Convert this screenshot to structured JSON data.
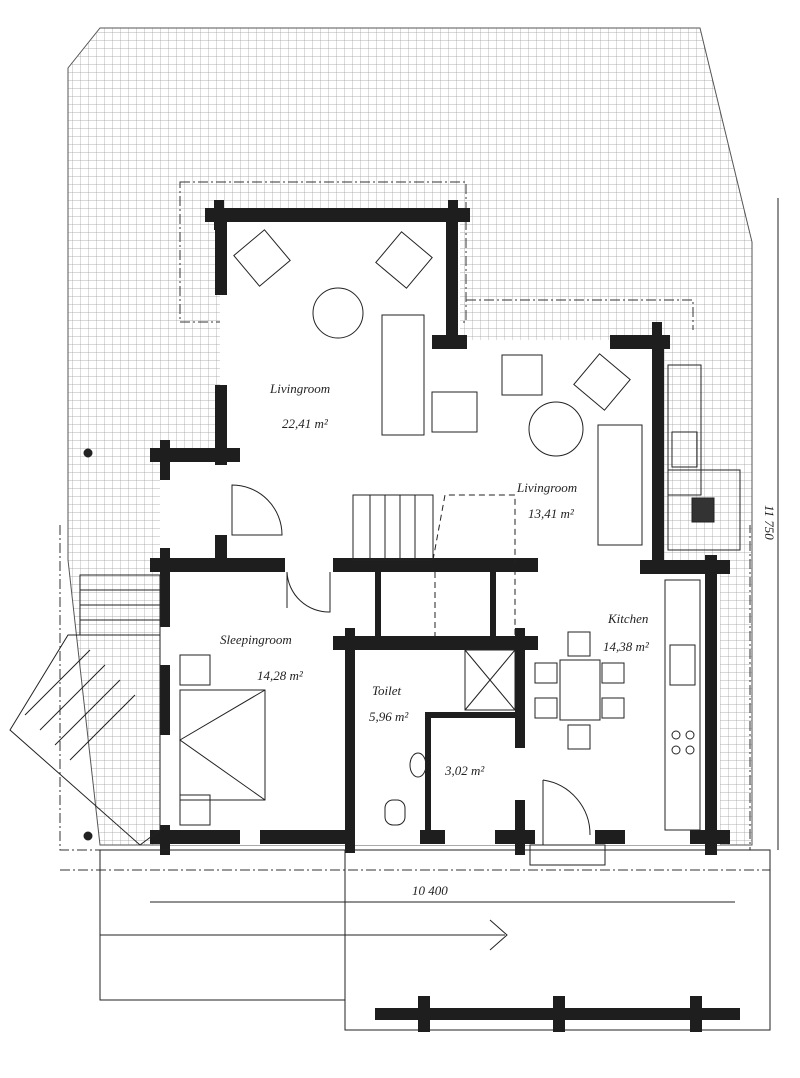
{
  "plan": {
    "rooms": [
      {
        "name": "Livingroom",
        "area": "22,41 m²"
      },
      {
        "name": "Livingroom",
        "area": "13,41 m²"
      },
      {
        "name": "Kitchen",
        "area": "14,38 m²"
      },
      {
        "name": "Sleepingroom",
        "area": "14,28 m²"
      },
      {
        "name": "Toilet",
        "area": "5,96 m²"
      },
      {
        "name": "",
        "area": "3,02 m²"
      }
    ],
    "dimensions": {
      "width": "10 400",
      "height": "11 750"
    }
  }
}
